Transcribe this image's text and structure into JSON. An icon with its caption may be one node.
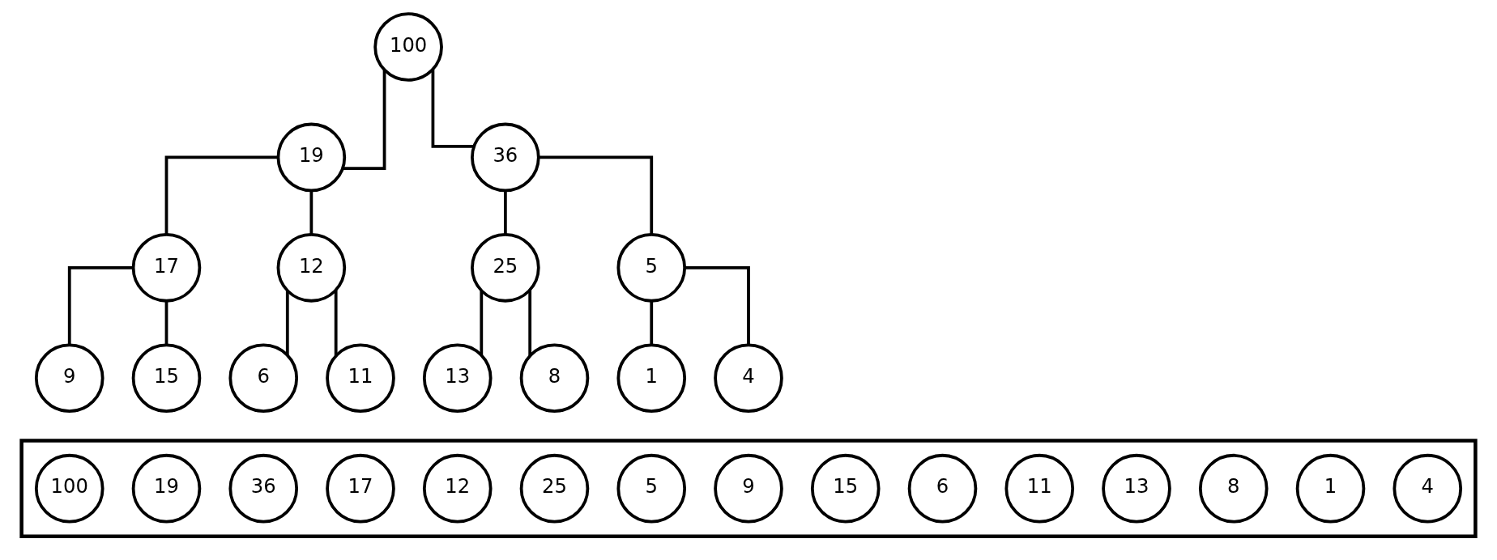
{
  "diagram": {
    "nodes": [
      {
        "text": [
          "100"
        ]
      },
      {
        "text": [
          "19"
        ]
      },
      {
        "text": [
          "36"
        ]
      },
      {
        "text": [
          "17"
        ]
      },
      {
        "text": [
          "12"
        ]
      },
      {
        "text": [
          "25"
        ]
      },
      {
        "text": [
          "5"
        ]
      },
      {
        "text": [
          "9"
        ]
      },
      {
        "text": [
          "15"
        ]
      },
      {
        "text": [
          "6"
        ]
      },
      {
        "text": [
          "11"
        ]
      },
      {
        "text": [
          "13"
        ]
      },
      {
        "text": [
          "8"
        ]
      },
      {
        "text": [
          "1"
        ]
      },
      {
        "text": [
          "4"
        ]
      },
      {
        "text": [],
        "shape": "box"
      },
      {
        "text": [
          "100"
        ],
        "in": 15
      },
      {
        "text": [
          "19"
        ],
        "in": 15
      },
      {
        "text": [
          "36"
        ],
        "in": 15
      },
      {
        "text": [
          "17"
        ],
        "in": 15
      },
      {
        "text": [
          "12"
        ],
        "in": 15
      },
      {
        "text": [
          "25"
        ],
        "in": 15
      },
      {
        "text": [
          "5"
        ],
        "in": 15
      },
      {
        "text": [
          "9"
        ],
        "in": 15
      },
      {
        "text": [
          "15"
        ],
        "in": 15
      },
      {
        "text": [
          "6"
        ],
        "in": 15
      },
      {
        "text": [
          "11"
        ],
        "in": 15
      },
      {
        "text": [
          "13"
        ],
        "in": 15
      },
      {
        "text": [
          "8"
        ],
        "in": 15
      },
      {
        "text": [
          "1"
        ],
        "in": 15
      },
      {
        "text": [
          "4"
        ],
        "in": 15
      }
    ],
    "edges": [
      {
        "from": 0,
        "to": 1,
        "arrow": "none"
      },
      {
        "from": 0,
        "to": 2,
        "arrow": "none"
      },
      {
        "from": 1,
        "to": 3,
        "arrow": "none"
      },
      {
        "from": 1,
        "to": 4,
        "arrow": "none"
      },
      {
        "from": 2,
        "to": 5,
        "arrow": "none"
      },
      {
        "from": 2,
        "to": 6,
        "arrow": "none"
      },
      {
        "from": 3,
        "to": 7,
        "arrow": "none"
      },
      {
        "from": 3,
        "to": 8,
        "arrow": "none"
      },
      {
        "from": 4,
        "to": 9,
        "arrow": "none"
      },
      {
        "from": 4,
        "to": 10,
        "arrow": "none"
      },
      {
        "from": 5,
        "to": 11,
        "arrow": "none"
      },
      {
        "from": 5,
        "to": 12,
        "arrow": "none"
      },
      {
        "from": 6,
        "to": 13,
        "arrow": "none"
      },
      {
        "from": 6,
        "to": 14,
        "arrow": "none"
      }
    ]
  }
}
